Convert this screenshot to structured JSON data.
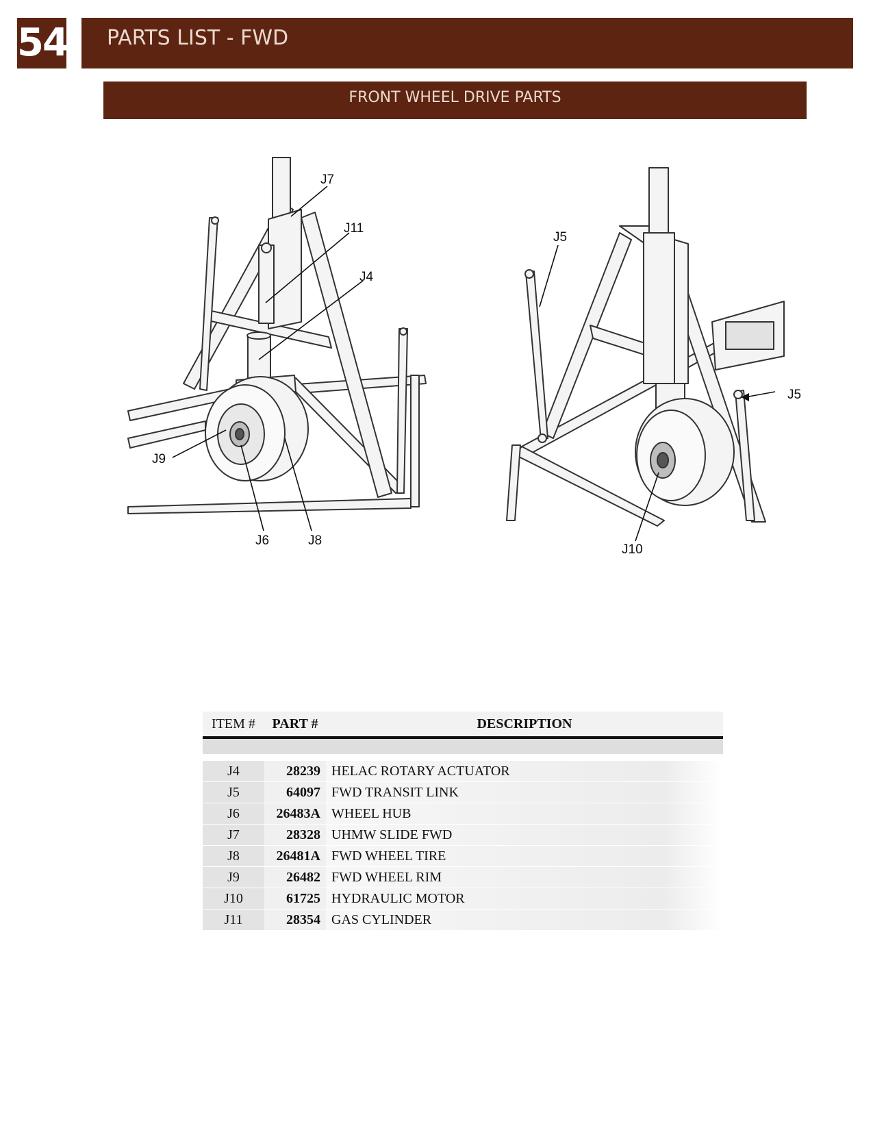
{
  "page_number": "54",
  "title": "PARTS LIST - FWD",
  "section_title": "FRONT WHEEL DRIVE PARTS",
  "diagram_left": {
    "callouts": {
      "j7": "J7",
      "j11": "J11",
      "j4": "J4",
      "j9": "J9",
      "j6": "J6",
      "j8": "J8"
    }
  },
  "diagram_right": {
    "callouts": {
      "j5_left": "J5",
      "j5_right": "J5",
      "j10": "J10"
    }
  },
  "table": {
    "headers": {
      "item": "ITEM #",
      "part": "PART #",
      "description": "DESCRIPTION"
    },
    "rows": [
      {
        "item": "J4",
        "part": "28239",
        "description": "HELAC ROTARY ACTUATOR"
      },
      {
        "item": "J5",
        "part": "64097",
        "description": "FWD TRANSIT LINK"
      },
      {
        "item": "J6",
        "part": "26483A",
        "description": "WHEEL HUB"
      },
      {
        "item": "J7",
        "part": "28328",
        "description": "UHMW SLIDE FWD"
      },
      {
        "item": "J8",
        "part": "26481A",
        "description": "FWD WHEEL TIRE"
      },
      {
        "item": "J9",
        "part": "26482",
        "description": "FWD WHEEL RIM"
      },
      {
        "item": "J10",
        "part": "61725",
        "description": "HYDRAULIC MOTOR"
      },
      {
        "item": "J11",
        "part": "28354",
        "description": "GAS CYLINDER"
      }
    ]
  },
  "colors": {
    "header_bar": "#5c2411",
    "header_text": "#ecd9d0"
  }
}
